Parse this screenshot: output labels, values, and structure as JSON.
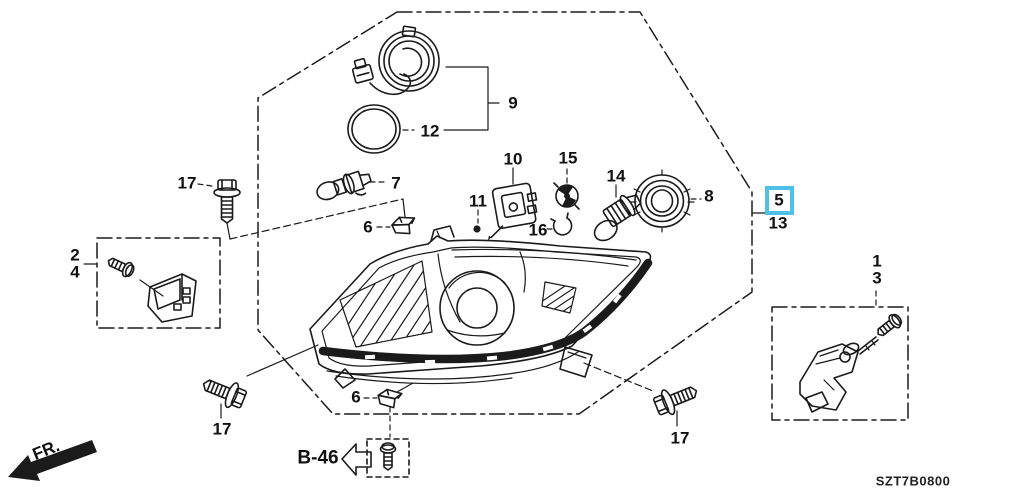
{
  "labels": {
    "fr_arrow": "FR.",
    "detail_ref": "B-46",
    "diagram_code": "SZT7B0800"
  },
  "selection": {
    "highlighted_callout": "5",
    "highlight_color": "#4ec1e8"
  },
  "colors": {
    "line": "#1b1b1b",
    "background": "#ffffff"
  },
  "icons": {
    "fr-direction-arrow": "solid-left-arrow",
    "detail-ref-arrow": "outline-left-arrow"
  },
  "callouts": {
    "bolt_upper_left": "17",
    "headlight_bulb": "7",
    "clip_upper": "6",
    "harness_assembly": "9",
    "o_ring": "12",
    "leveling_motor": "10",
    "bulb_socket": "15",
    "screw_small": "11",
    "retainer_ring": "16",
    "turn_signal_bulb": "14",
    "seal_cap": "8",
    "headlight_unit_selected": "5",
    "headlight_unit_alt": "13",
    "bracket_upper": "2",
    "bracket_lower": "4",
    "adjuster_upper": "1",
    "adjuster_lower": "3",
    "bolt_lower_left": "17",
    "clip_lower": "6",
    "bolt_lower_right": "17"
  }
}
